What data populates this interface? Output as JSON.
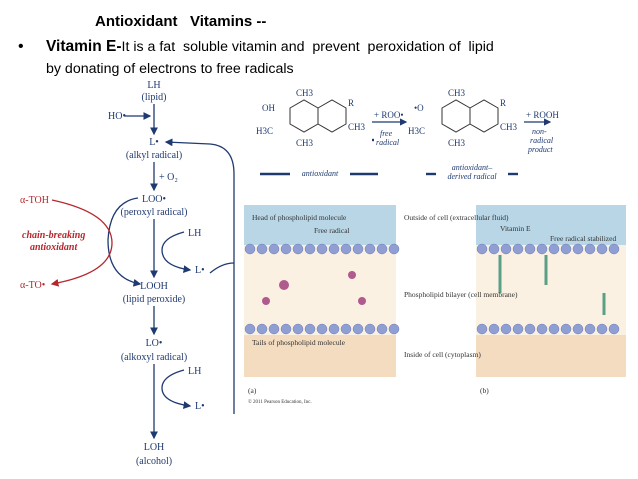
{
  "slide": {
    "title": "Antioxidant   Vitamins --",
    "bullet_symbol": "•",
    "bullet_term": "Vitamin E-",
    "bullet_text_1": "It is a fat  soluble vitamin and  prevent  peroxidation of  lipid",
    "bullet_text_2": "by donating of electrons to free radicals"
  },
  "pathway": {
    "lh_lipid": "LH",
    "lipid_label": "(lipid)",
    "ho_radical": "HO•",
    "l_radical": "L•",
    "alkyl_label": "(alkyl radical)",
    "plus_o2": "+ O₂",
    "loo_radical": "LOO•",
    "peroxyl_label": "(peroxyl radical)",
    "lh_2": "LH",
    "l_radical_2": "L•",
    "looh": "LOOH",
    "lipid_peroxide_label": "(lipid peroxide)",
    "lo_radical": "LO•",
    "alkoxyl_label": "(alkoxyl radical)",
    "lh_3": "LH",
    "l_radical_3": "L•",
    "loh": "LOH",
    "alcohol_label": "(alcohol)",
    "a_toh": "α-TOH",
    "chain_breaking": "chain-breaking",
    "antioxidant": "antioxidant",
    "a_to_radical": "α-TO•"
  },
  "structure": {
    "oh": "OH",
    "ch3_top_left": "CH3",
    "r_left": "R",
    "h3c_left": "H3C",
    "ch3_ring_left": "CH3",
    "ch3_bottom_left": "CH3",
    "roo": "+ ROO•",
    "free_radical_1": "free",
    "free_radical_2": "radical",
    "antioxidant_caption": "antioxidant",
    "o_radical": "•O",
    "ch3_top_right": "CH3",
    "r_right": "R",
    "h3c_right": "H3C",
    "ch3_ring_right": "CH3",
    "ch3_bottom_right": "CH3",
    "rooh": "+ ROOH",
    "non_radical_1": "non-",
    "non_radical_2": "radical",
    "non_radical_3": "product",
    "derived_caption_1": "antioxidant–",
    "derived_caption_2": "derived radical"
  },
  "membrane": {
    "head_label": "Head of phospholipid molecule",
    "free_radical_label": "Free radical",
    "outside_label": "Outside of cell (extracellular fluid)",
    "bilayer_label": "Phospholipid bilayer (cell membrane)",
    "tails_label": "Tails of phospholipid molecule",
    "inside_label": "Inside of cell (cytoplasm)",
    "vitamin_e_label": "Vitamin E",
    "stabilized_label": "Free radical stabilized",
    "panel_a": "(a)",
    "panel_b": "(b)",
    "copyright": "© 2011 Pearson Education, Inc."
  },
  "colors": {
    "red_arrow": "#b5272d",
    "navy": "#1f3a70",
    "outside_fluid": "#b8d6e6",
    "cytoplasm": "#f3dcc0",
    "head": "#8f9ed3",
    "radical": "#b05a8e",
    "vitamin_e": "#5aa087"
  }
}
